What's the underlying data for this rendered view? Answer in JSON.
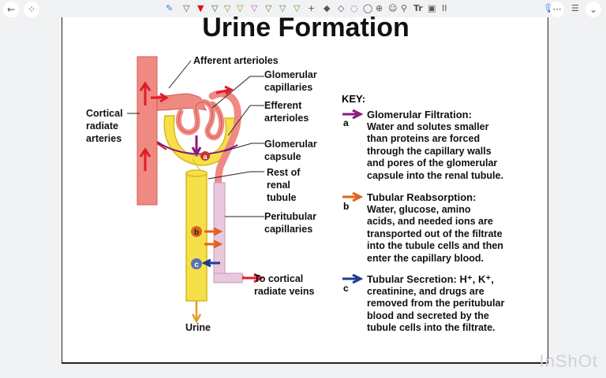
{
  "toolbar": {
    "back_icon": "arrow-left-icon",
    "grid_icon": "grid-icon",
    "text_tool_label": "Tr",
    "pause_label": "II",
    "mic_icon": "microphone-icon",
    "more_label": "···",
    "list_icon": "list-icon",
    "chevron_icon": "chevron-down-icon"
  },
  "slide": {
    "title": "Urine Formation",
    "labels": {
      "afferent": "Afferent arterioles",
      "glom_cap_1": "Glomerular",
      "glom_cap_2": "capillaries",
      "efferent_1": "Efferent",
      "efferent_2": "arterioles",
      "cortical_1": "Cortical",
      "cortical_2": "radiate",
      "cortical_3": "arteries",
      "glom_caps_1": "Glomerular",
      "glom_caps_2": "capsule",
      "rest_1": "Rest of",
      "rest_2": "renal",
      "rest_3": "tubule",
      "peri_1": "Peritubular",
      "peri_2": "capillaries",
      "veins_1": "To cortical",
      "veins_2": "radiate veins",
      "urine": "Urine",
      "marker_a": "a",
      "marker_b": "b",
      "marker_c": "c"
    },
    "key": {
      "title": "KEY:",
      "items": [
        {
          "letter": "a",
          "color": "#8b1a7a",
          "head": "Glomerular Filtration:",
          "lines": [
            "Water and solutes smaller",
            "than proteins are forced",
            "through the capillary walls",
            "and pores of the glomerular",
            "capsule into the renal tubule."
          ]
        },
        {
          "letter": "b",
          "color": "#e0621e",
          "head": "Tubular Reabsorption:",
          "lines": [
            "Water, glucose, amino",
            "acids, and needed ions are",
            "transported out of the filtrate",
            "into the tubule cells and then",
            "enter the capillary blood."
          ]
        },
        {
          "letter": "c",
          "color": "#1f3b8c",
          "head": "Tubular Secretion: H⁺, K⁺,",
          "lines": [
            "creatinine, and drugs are",
            "removed from  the peritubular",
            "blood and secreted by the",
            "tubule cells into the filtrate."
          ]
        }
      ]
    },
    "watermark": "InShOt"
  },
  "colors": {
    "artery": "#ee8a82",
    "artery_dark": "#d9574f",
    "tubule": "#f6e04a",
    "tubule_edge": "#d9b81a",
    "peritubular": "#e8c8dc",
    "arrow_red": "#e21b2b",
    "arrow_orange": "#e0621e",
    "arrow_blue": "#1f3b8c",
    "arrow_purple": "#8b1a7a"
  }
}
